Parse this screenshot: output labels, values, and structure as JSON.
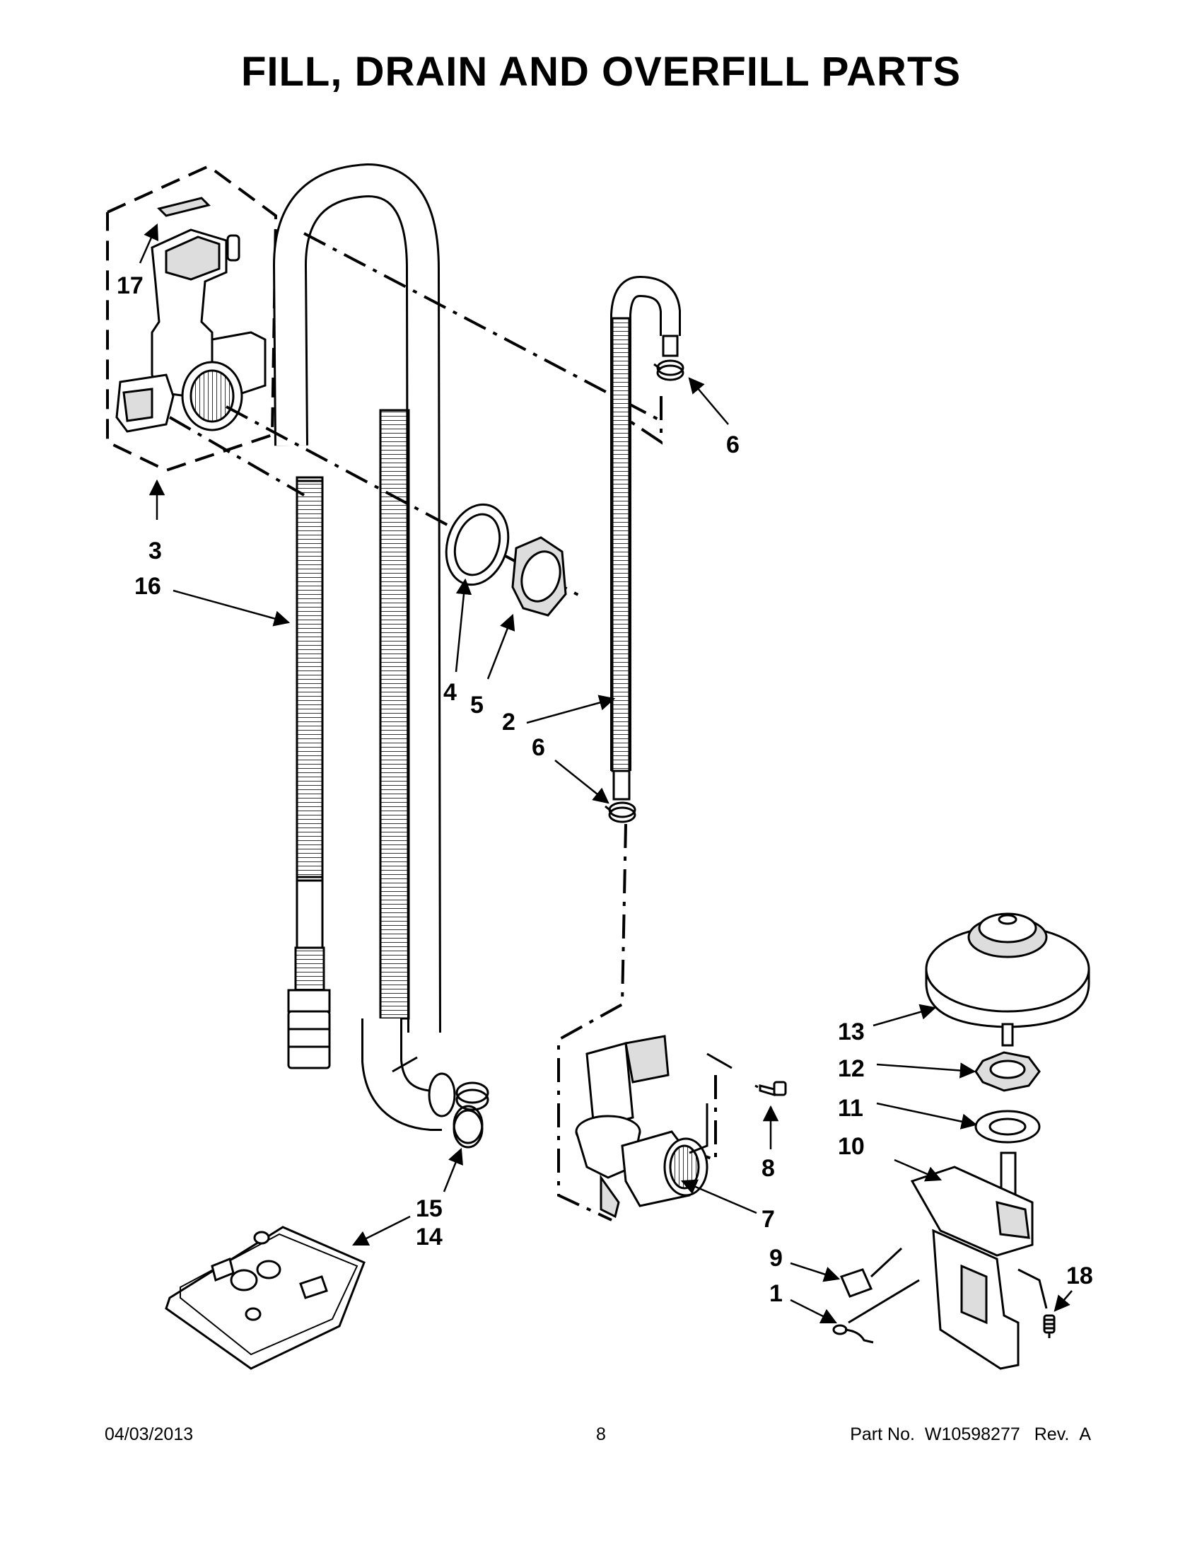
{
  "title": "FILL, DRAIN AND OVERFILL PARTS",
  "callouts": {
    "c1": "1",
    "c2": "2",
    "c3": "3",
    "c4": "4",
    "c5": "5",
    "c6a": "6",
    "c6b": "6",
    "c7": "7",
    "c8": "8",
    "c9": "9",
    "c10": "10",
    "c11": "11",
    "c12": "12",
    "c13": "13",
    "c14": "14",
    "c15": "15",
    "c16": "16",
    "c17": "17",
    "c18": "18"
  },
  "footer": {
    "date": "04/03/2013",
    "page": "8",
    "part_label": "Part No.",
    "part_number": "W10598277",
    "rev_label": "Rev.",
    "rev": "A"
  }
}
